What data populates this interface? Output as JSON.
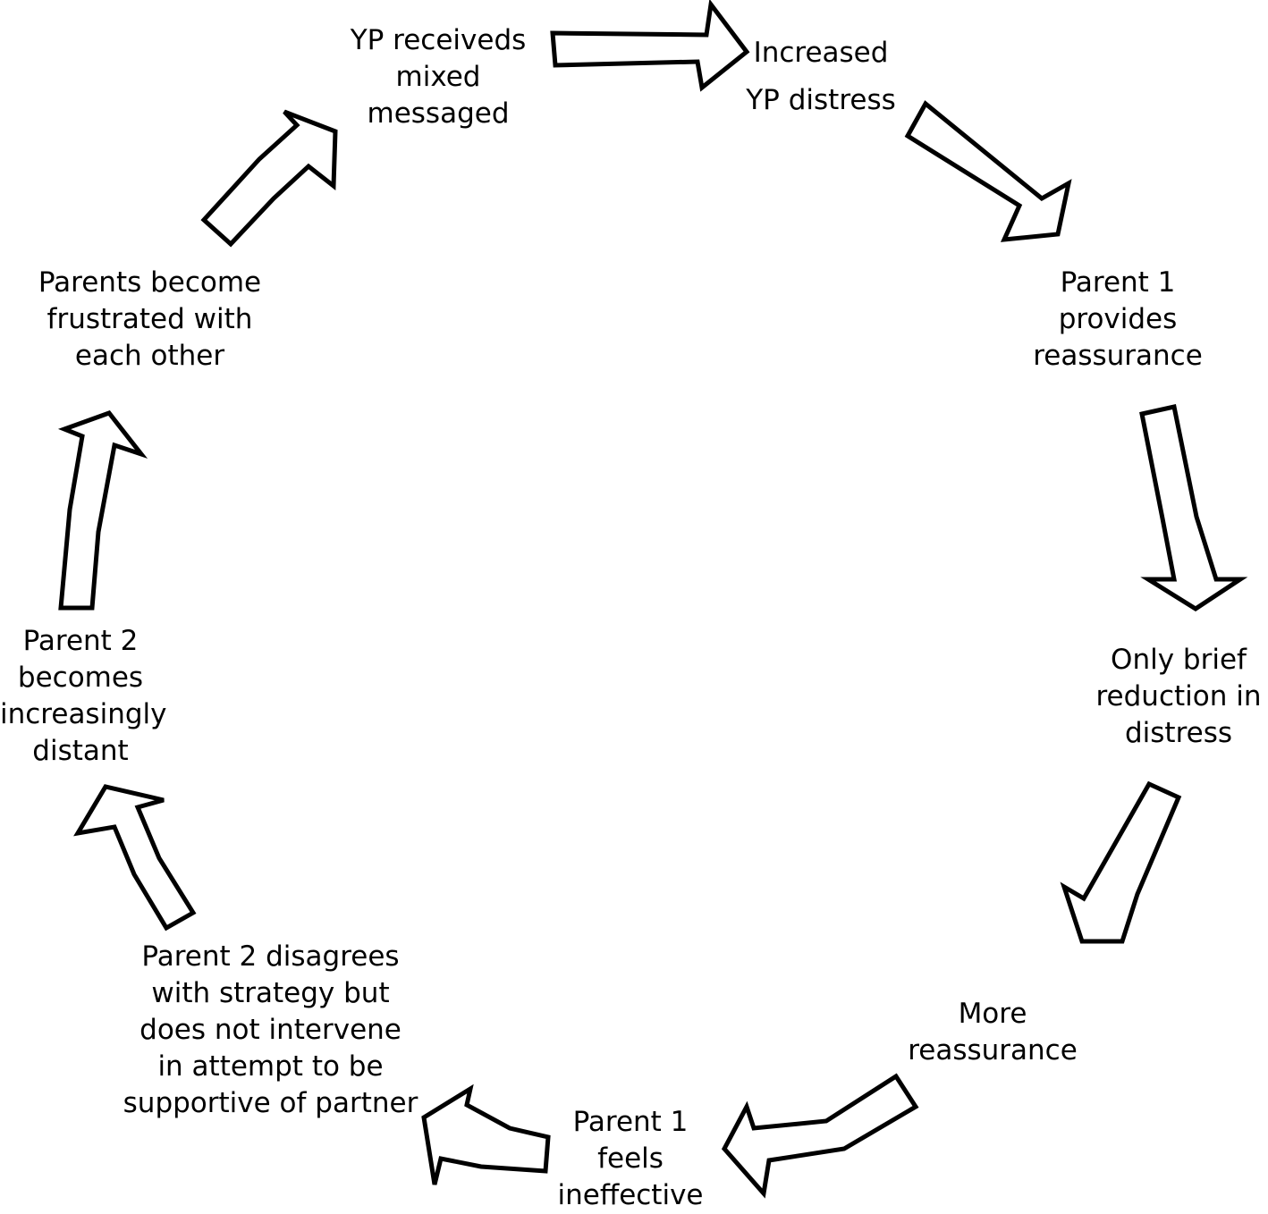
{
  "nodes": [
    {
      "id": "yp-mixed",
      "lines": [
        "YP  receiveds",
        "mixed",
        "messaged"
      ]
    },
    {
      "id": "increased-distress",
      "lines": [
        "Increased",
        "YP  distress"
      ]
    },
    {
      "id": "parent1-reassurance",
      "lines": [
        "Parent  1",
        "provides",
        "reassurance"
      ]
    },
    {
      "id": "brief-reduction",
      "lines": [
        "Only  brief",
        "reduction  in",
        "distress"
      ]
    },
    {
      "id": "more-reassurance",
      "lines": [
        "More",
        "reassurance"
      ]
    },
    {
      "id": "parent1-ineffective",
      "lines": [
        "Parent  1",
        "feels",
        "ineffective"
      ]
    },
    {
      "id": "parent2-disagrees",
      "lines": [
        "Parent  2  disagrees",
        "with strategy  but",
        "does  not intervene",
        "in attempt to  be",
        "supportive of partner"
      ]
    },
    {
      "id": "parent2-distant",
      "lines": [
        "Parent  2",
        "becomes",
        "increasingly",
        "distant"
      ]
    },
    {
      "id": "parents-frustrated",
      "lines": [
        "Parents  become",
        "frustrated  with",
        "each other"
      ]
    }
  ]
}
